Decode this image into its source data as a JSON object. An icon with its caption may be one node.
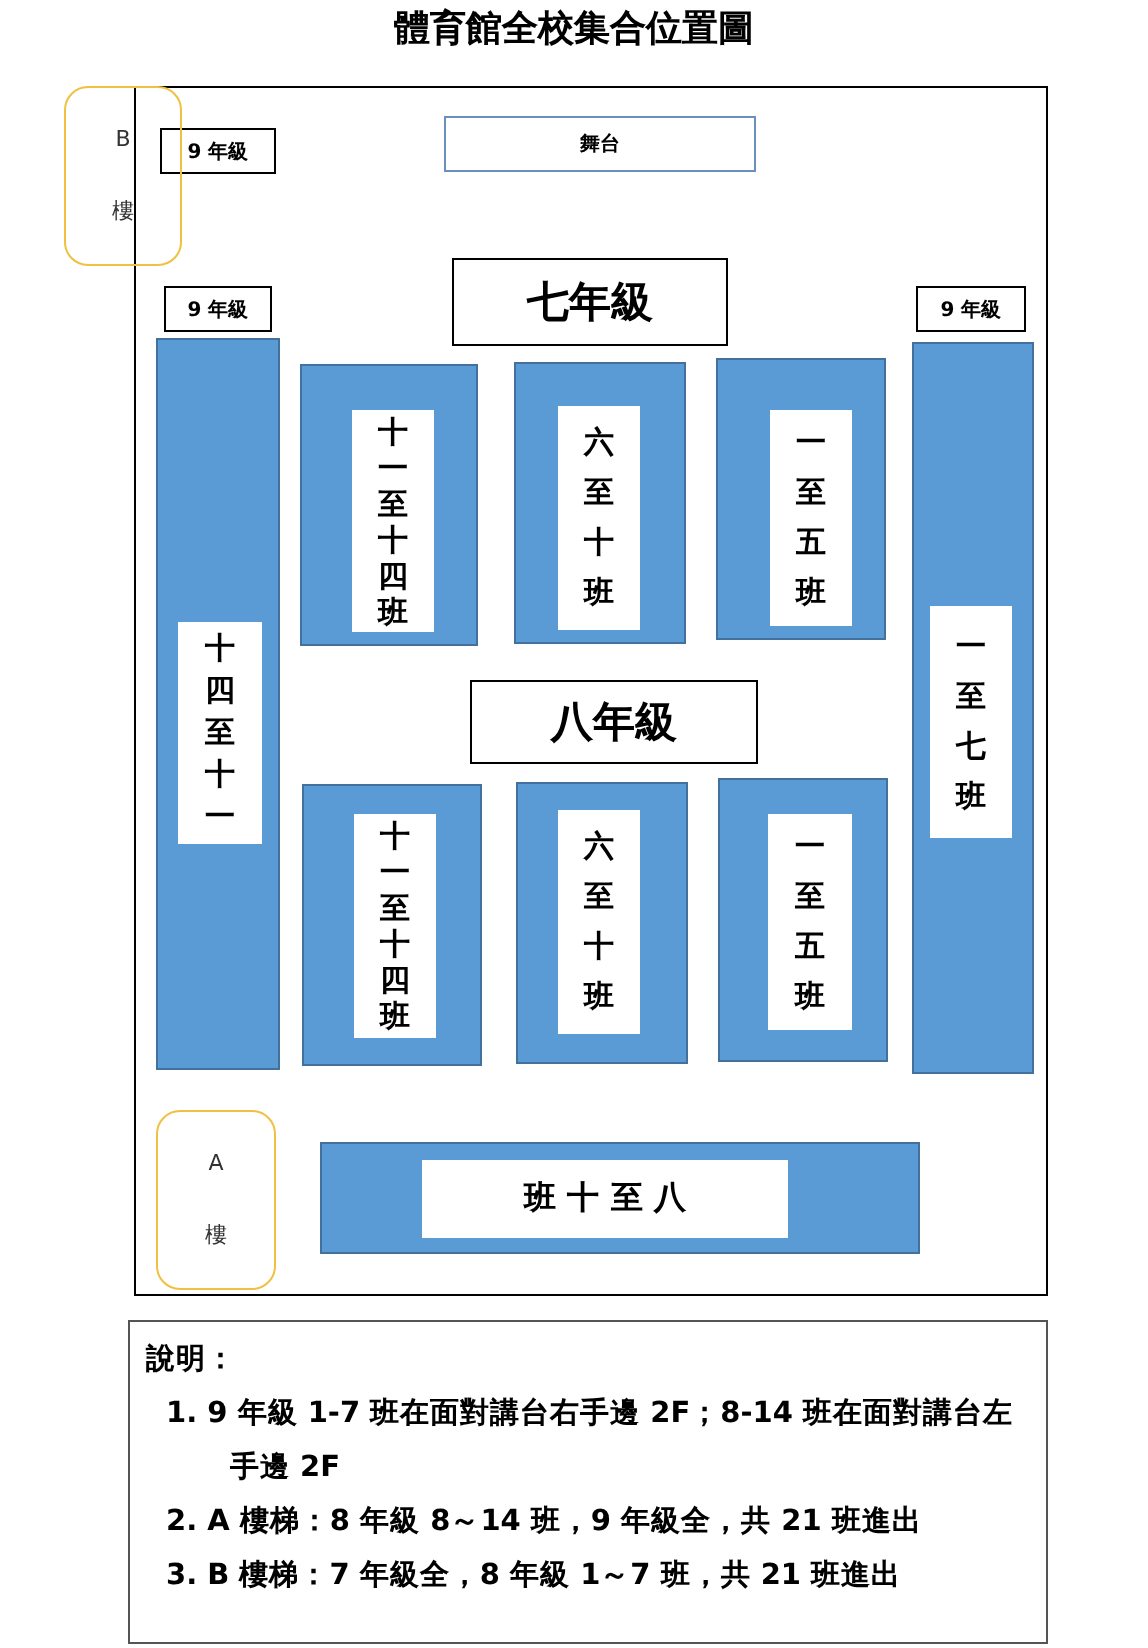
{
  "diagram": {
    "title": "體育館全校集合位置圖",
    "nodes": [
      {
        "text": [],
        "shape": "box"
      },
      {
        "text": [
          "B樓"
        ]
      },
      {
        "text": [
          "9 年級"
        ],
        "in": 0
      },
      {
        "text": [
          "舞台"
        ],
        "in": 0
      },
      {
        "text": [
          "七年級"
        ],
        "in": 0
      },
      {
        "text": [
          "9 年級"
        ],
        "in": 0
      },
      {
        "text": [
          "9 年級"
        ],
        "in": 0
      },
      {
        "text": [
          "十四至十一"
        ],
        "in": 0
      },
      {
        "text": [
          "十一至十四班"
        ],
        "in": 0
      },
      {
        "text": [
          "六至十班"
        ],
        "in": 0
      },
      {
        "text": [
          "一至五班"
        ],
        "in": 0
      },
      {
        "text": [
          "一至七班"
        ],
        "in": 0
      },
      {
        "text": [
          "八年級"
        ],
        "in": 0
      },
      {
        "text": [
          "十一至十四班"
        ],
        "in": 0
      },
      {
        "text": [
          "六至十班"
        ],
        "in": 0
      },
      {
        "text": [
          "一至五班"
        ],
        "in": 0
      },
      {
        "text": [
          "A樓"
        ],
        "in": 0
      },
      {
        "text": [
          "班 十 至 八"
        ],
        "in": 0
      },
      {
        "text": [
          "說明：",
          "1. 9 年級 1-7 班在面對講台右手邊 2F；8-14 班在面對講台左手邊 2F",
          "2. A 樓梯：8 年級 8～14 班，9 年級全，共 21 班進出",
          "3. B 樓梯：7 年級全，8 年級 1～7 班，共 21 班進出"
        ]
      }
    ],
    "edges": []
  }
}
